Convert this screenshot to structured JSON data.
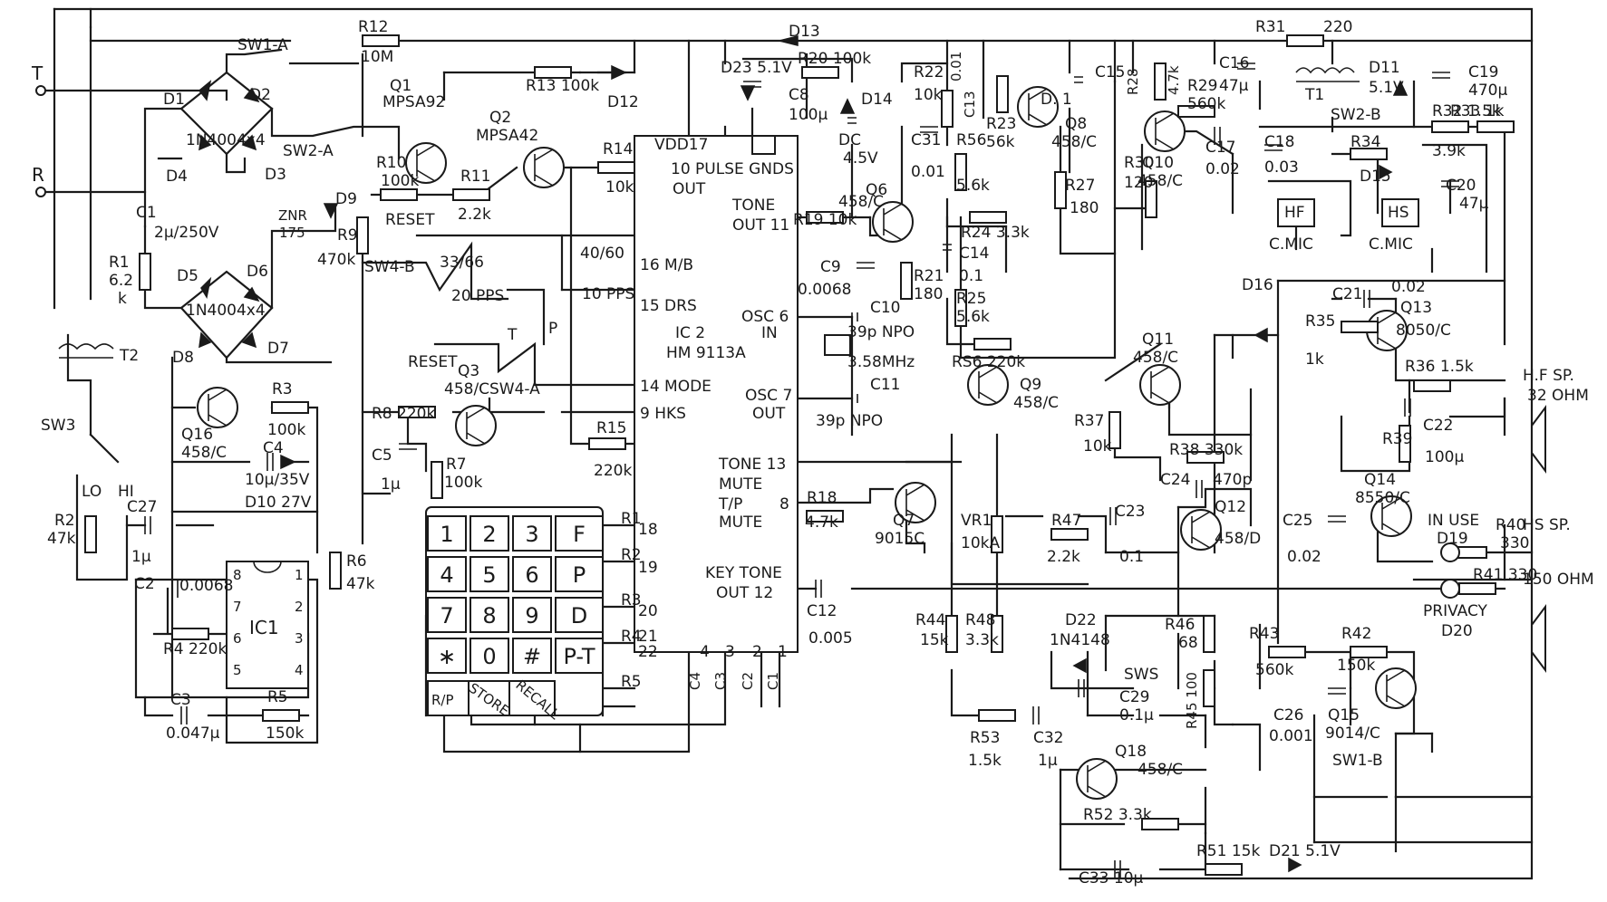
{
  "terminals": {
    "t": "T",
    "r": "R"
  },
  "resistors": {
    "r12": "R12",
    "r12v": "10M",
    "r13": "R13 100k",
    "r20": "R20 100k",
    "r22": "R22",
    "r22v": "10k",
    "r28": "R28",
    "r28v": "4.7k",
    "r31": "R31",
    "r31v": "220",
    "r29": "R29",
    "r29v": "560k",
    "r32": "R32 1.5k",
    "r33": "R33 1k",
    "r34": "R34",
    "r34v": "3.9k",
    "r10": "R10",
    "r10v": "100k",
    "r11": "R11",
    "r11v": "2.2k",
    "r14": "R14",
    "r14v": "10k",
    "r9": "R9",
    "r9v": "470k",
    "r1": "R1",
    "r1v": "6.2",
    "r1u": "k",
    "r23": "R23",
    "r23v": "56k",
    "r56": "R56",
    "r56v": "5.6k",
    "r27": "R27",
    "r27v": "180",
    "r30": "R30",
    "r30v": "120",
    "r24": "R24 3.3k",
    "r25": "R25",
    "r25v": "5.6k",
    "r19": "R19 10k",
    "r21": "R21",
    "r21v": "180",
    "rs6": "RS6 220k",
    "r3": "R3",
    "r3v": "100k",
    "r8": "R8 220k",
    "r7": "R7",
    "r7v": "100k",
    "r15": "R15",
    "r15v": "220k",
    "r35": "R35",
    "r35v": "1k",
    "r36": "R36 1.5k",
    "r37": "R37",
    "r37v": "10k",
    "r38": "R38 330k",
    "r39": "R39",
    "r2": "R2",
    "r2v": "47k",
    "r6": "R6",
    "r6v": "47k",
    "r4": "R4 220k",
    "r5": "R5",
    "r5v": "150k",
    "r18": "R18",
    "r18v": "4.7k",
    "r47": "R47",
    "r47v": "2.2k",
    "r40": "R40",
    "r40v": "330",
    "r41": "R41 330",
    "r44": "R44",
    "r44v": "15k",
    "r48": "R48",
    "r48v": "3.3k",
    "r46": "R46",
    "r46v": "68",
    "r45": "R45 100",
    "r43": "R43",
    "r43v": "560k",
    "r42": "R42",
    "r42v": "150k",
    "r53": "R53",
    "r53v": "1.5k",
    "r52": "R52 3.3k",
    "r51": "R51 15k",
    "vr1": "VR1",
    "vr1v": "10kA"
  },
  "capacitors": {
    "c1": "C1",
    "c1v": "2μ/250V",
    "c8": "C8",
    "c8v": "100μ",
    "c16": "C16",
    "c16v": "47μ",
    "c19": "C19",
    "c19v": "470μ",
    "c13": "C13",
    "c13v": "0.01",
    "c15": "C15",
    "c31": "C31",
    "c31v": "0.01",
    "c17": "C17",
    "c17v": "0.02",
    "c18": "C18",
    "c18v": "0.03",
    "c20": "C20",
    "c20v": "47μ",
    "c14": "C14",
    "c14v": "0.1",
    "c9": "C9",
    "c9v": "0.0068",
    "c10": "C10",
    "c10v": "39p NPO",
    "c11": "C11",
    "c11v": "39p NPO",
    "c21": "C21",
    "c21v": "0.02",
    "c22": "C22",
    "c22v": "100μ",
    "c4": "C4",
    "c4v": "10μ/35V",
    "c5": "C5",
    "c5v": "1μ",
    "c27": "C27",
    "c27v": "1μ",
    "c2": "C2",
    "c2v": "0.0068",
    "c3": "C3",
    "c3v": "0.047μ",
    "c24": "C24",
    "c24v": "470p",
    "c23": "C23",
    "c23v": "0.1",
    "c25": "C25",
    "c25v": "0.02",
    "c12": "C12",
    "c12v": "0.005",
    "c29": "C29",
    "c29v": "0.1μ",
    "c32": "C32",
    "c32v": "1μ",
    "c26": "C26",
    "c26v": "0.001",
    "c33": "C33 10μ"
  },
  "diodes": {
    "d13": "D13",
    "d12": "D12",
    "d23": "D23 5.1V",
    "d14": "D14",
    "d11": "D11",
    "d11v": "5.1V",
    "d1": "D1",
    "d2": "D2",
    "d3": "D3",
    "d4": "D4",
    "bridge1": "1N4004x4",
    "d5": "D5",
    "d6": "D6",
    "d7": "D7",
    "d8": "D8",
    "bridge2": "1N4004x4",
    "d9": "D9",
    "znr": "ZNR",
    "znrv": "175",
    "d15": "D15",
    "d16": "D16",
    "d10": "D10 27V",
    "d19": "D19",
    "d20": "D20",
    "d22": "D22",
    "d22v": "1N4148",
    "d21": "D21 5.1V"
  },
  "transistors": {
    "q1": "Q1",
    "q1v": "MPSA92",
    "q2": "Q2",
    "q2v": "MPSA42",
    "q6": "Q6",
    "q6v": "458/C",
    "q8": "Q8",
    "q8v": "458/C",
    "q8x": "D. 1",
    "q10": "Q10",
    "q10v": "458/C",
    "q3": "Q3",
    "q3v": "458/C",
    "q16": "Q16",
    "q16v": "458/C",
    "q9": "Q9",
    "q9v": "458/C",
    "q11": "Q11",
    "q11v": "458/C",
    "q7": "Q7",
    "q7v": "9015C",
    "q12": "Q12",
    "q12v": "458/D",
    "q13": "Q13",
    "q13v": "8050/C",
    "q14": "Q14",
    "q14v": "8550/C",
    "q15": "Q15",
    "q15v": "9014/C",
    "q18": "Q18",
    "q18v": "458/C"
  },
  "switches": {
    "sw1a": "SW1-A",
    "sw2a": "SW2-A",
    "sw2b": "SW2-B",
    "sw3": "SW3",
    "lo": "LO",
    "hi": "HI",
    "sw4b": "SW4-B",
    "sw4a": "SW4-A",
    "sw1b": "SW1-B",
    "sws": "SWS",
    "reset1": "RESET",
    "reset2": "RESET",
    "m3366": "33/66",
    "pps20": "20 PPS",
    "pps10": "10 PPS",
    "m4060": "40/60",
    "p": "P",
    "t": "T"
  },
  "misc": {
    "t1": "T1",
    "t2": "T2",
    "dc": "DC",
    "dcv": "4.5V",
    "xtal": "3.58MHz",
    "hf": "HF",
    "hs": "HS",
    "cmic": "C.MIC",
    "cmic2": "C.MIC",
    "hfsp": "H.F SP.",
    "hfspv": "32 OHM",
    "hssp": "HS SP.",
    "hsspv": "150 OHM",
    "inuse": "IN USE",
    "privacy": "PRIVACY",
    "ic1": "IC1"
  },
  "ic2": {
    "vdd": "VDD17",
    "name": "IC 2",
    "part": "HM 9113A",
    "pulse": "10 PULSE GNDS",
    "out": "OUT",
    "tone": "TONE",
    "toneout": "OUT 11",
    "mb": "16 M/B",
    "drs": "15 DRS",
    "osc6": "OSC 6",
    "in": "IN",
    "mode": "14 MODE",
    "osc7": "OSC 7",
    "osc7out": "OUT",
    "hks": "9 HKS",
    "tone13": "TONE 13",
    "mute": "MUTE",
    "tp": "T/P",
    "tpmute": "MUTE",
    "pin8": "8",
    "keytone": "KEY TONE",
    "keytoneout": "OUT 12",
    "r1": "R1",
    "p18": "18",
    "r2": "R2",
    "p19": "19",
    "r3": "R3",
    "p20": "20",
    "r4": "R4",
    "p21": "21",
    "r5": "R5",
    "p22": "22",
    "c4": "C4",
    "c3": "C3",
    "c2": "C2",
    "c1": "C1",
    "p4": "4",
    "p3": "3",
    "p2": "2",
    "p1": "1"
  },
  "ic1": {
    "p8": "8",
    "p7": "7",
    "p6": "6",
    "p5": "5",
    "p1": "1",
    "p2": "2",
    "p3": "3",
    "p4": "4"
  },
  "keypad": {
    "keys": [
      "1",
      "2",
      "3",
      "F",
      "4",
      "5",
      "6",
      "P",
      "7",
      "8",
      "9",
      "D",
      "∗",
      "0",
      "#",
      "P-T"
    ],
    "rp": "R/P",
    "store": "STORE",
    "recall": "RECALL"
  }
}
